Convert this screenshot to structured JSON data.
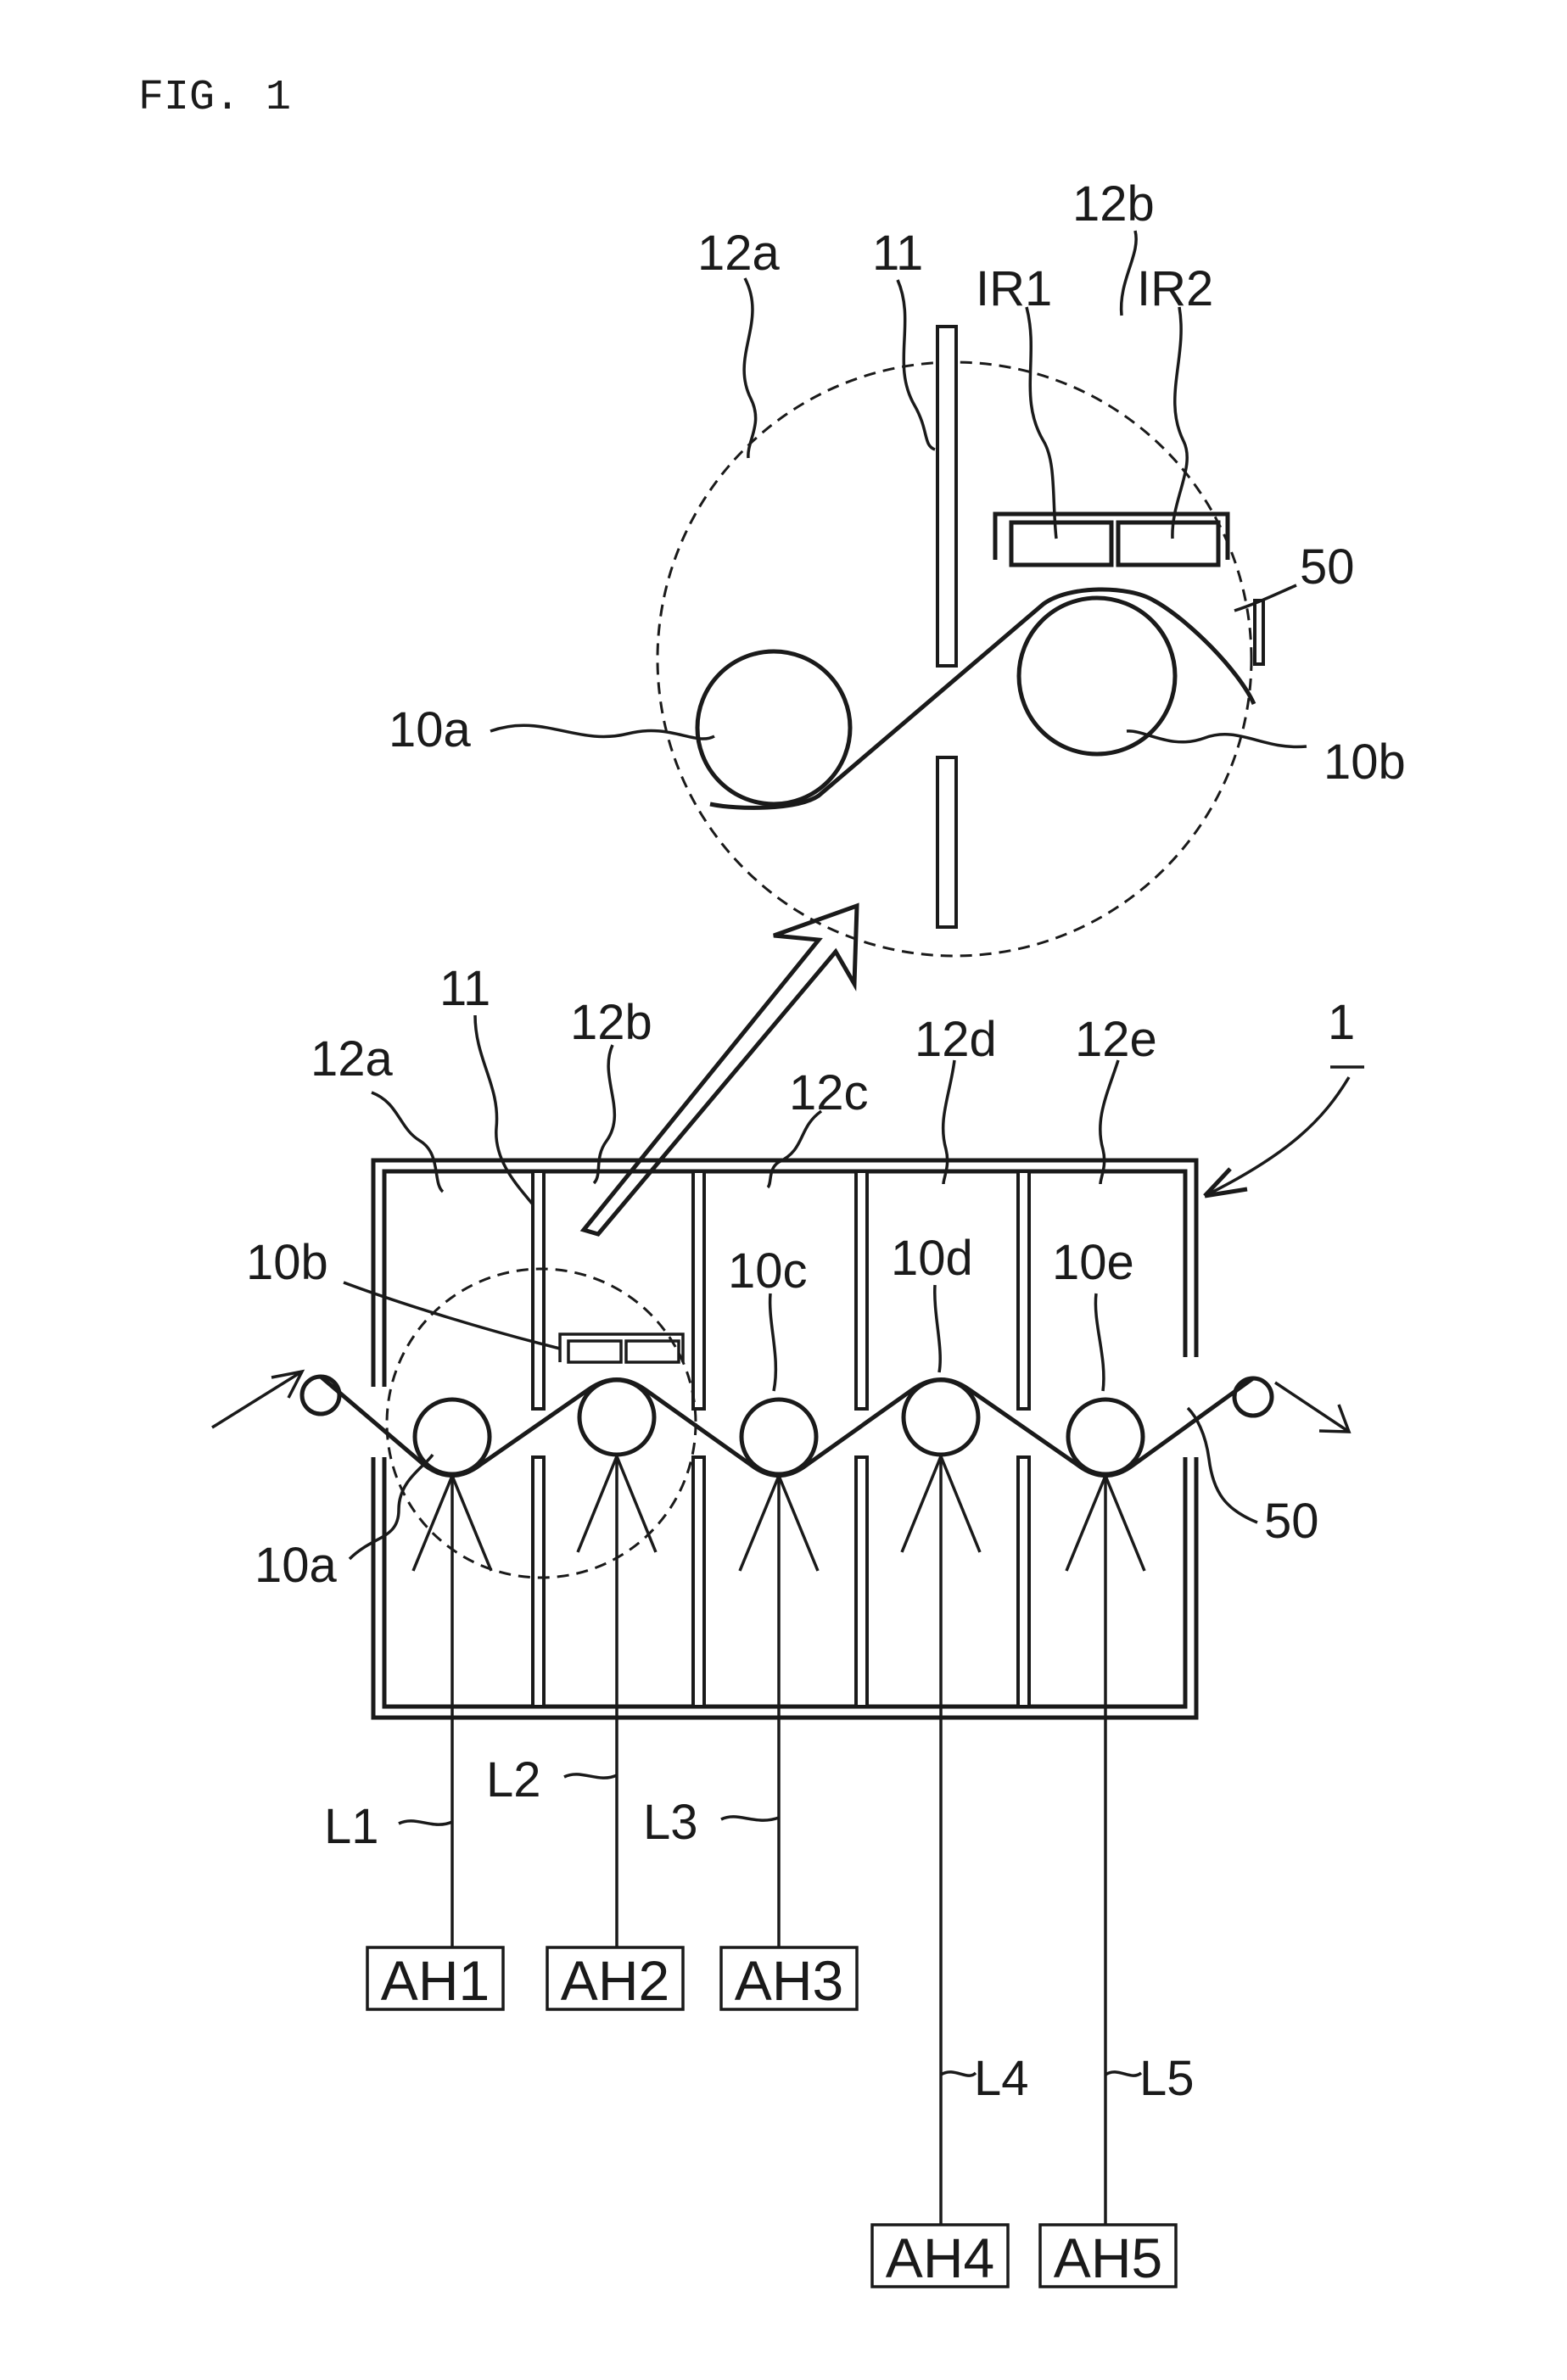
{
  "figure_title": "FIG. 1",
  "detail": {
    "chamber_left": "12a",
    "chamber_right": "12b",
    "partition": "11",
    "heater1": "IR1",
    "heater2": "IR2",
    "film": "50",
    "roll_left": "10a",
    "roll_right": "10b"
  },
  "apparatus": {
    "ref": "1",
    "chambers": [
      "12a",
      "12b",
      "12c",
      "12d",
      "12e"
    ],
    "partition": "11",
    "rolls": [
      "10a",
      "10b",
      "10c",
      "10d",
      "10e"
    ],
    "film": "50",
    "lines": [
      "L1",
      "L2",
      "L3",
      "L4",
      "L5"
    ],
    "air_heaters": [
      "AH1",
      "AH2",
      "AH3",
      "AH4",
      "AH5"
    ]
  }
}
